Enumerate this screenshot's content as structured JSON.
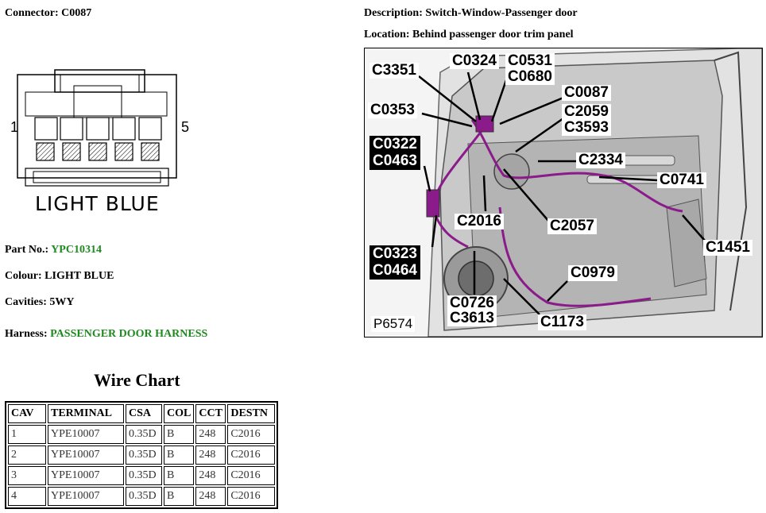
{
  "connector": {
    "label": "Connector: C0087"
  },
  "description": {
    "label": "Description: Switch-Window-Passenger door"
  },
  "location": {
    "label": "Location: Behind passenger door trim panel"
  },
  "connector_colour_label": "LIGHT BLUE",
  "pins": {
    "first": "1",
    "last": "5"
  },
  "part_no": {
    "label": "Part No.: ",
    "value": "YPC10314"
  },
  "colour": {
    "label": "Colour: LIGHT BLUE"
  },
  "cavities": {
    "label": "Cavities: 5WY"
  },
  "harness": {
    "label": "Harness: ",
    "value": "PASSENGER DOOR HARNESS"
  },
  "wire_chart": {
    "title": "Wire Chart",
    "headers": [
      "CAV",
      "TERMINAL",
      "CSA",
      "COL",
      "CCT",
      "DESTN"
    ],
    "rows": [
      [
        "1",
        "YPE10007",
        "0.35D",
        "B",
        "248",
        "C2016"
      ],
      [
        "2",
        "YPE10007",
        "0.35D",
        "B",
        "248",
        "C2016"
      ],
      [
        "3",
        "YPE10007",
        "0.35D",
        "B",
        "248",
        "C2016"
      ],
      [
        "4",
        "YPE10007",
        "0.35D",
        "B",
        "248",
        "C2016"
      ]
    ]
  },
  "photo": {
    "code": "P6574",
    "callouts": [
      "C3351",
      "C0324",
      "C0531",
      "C0680",
      "C0353",
      "C0087",
      "C2059",
      "C3593",
      "C0322",
      "C0463",
      "C2334",
      "C0741",
      "C2016",
      "C2057",
      "C0323",
      "C0464",
      "C1451",
      "C0979",
      "C0726",
      "C3613",
      "C1173"
    ]
  },
  "colors": {
    "green_text": "#1f8a1f",
    "harness_wire": "#8b1a8b"
  }
}
